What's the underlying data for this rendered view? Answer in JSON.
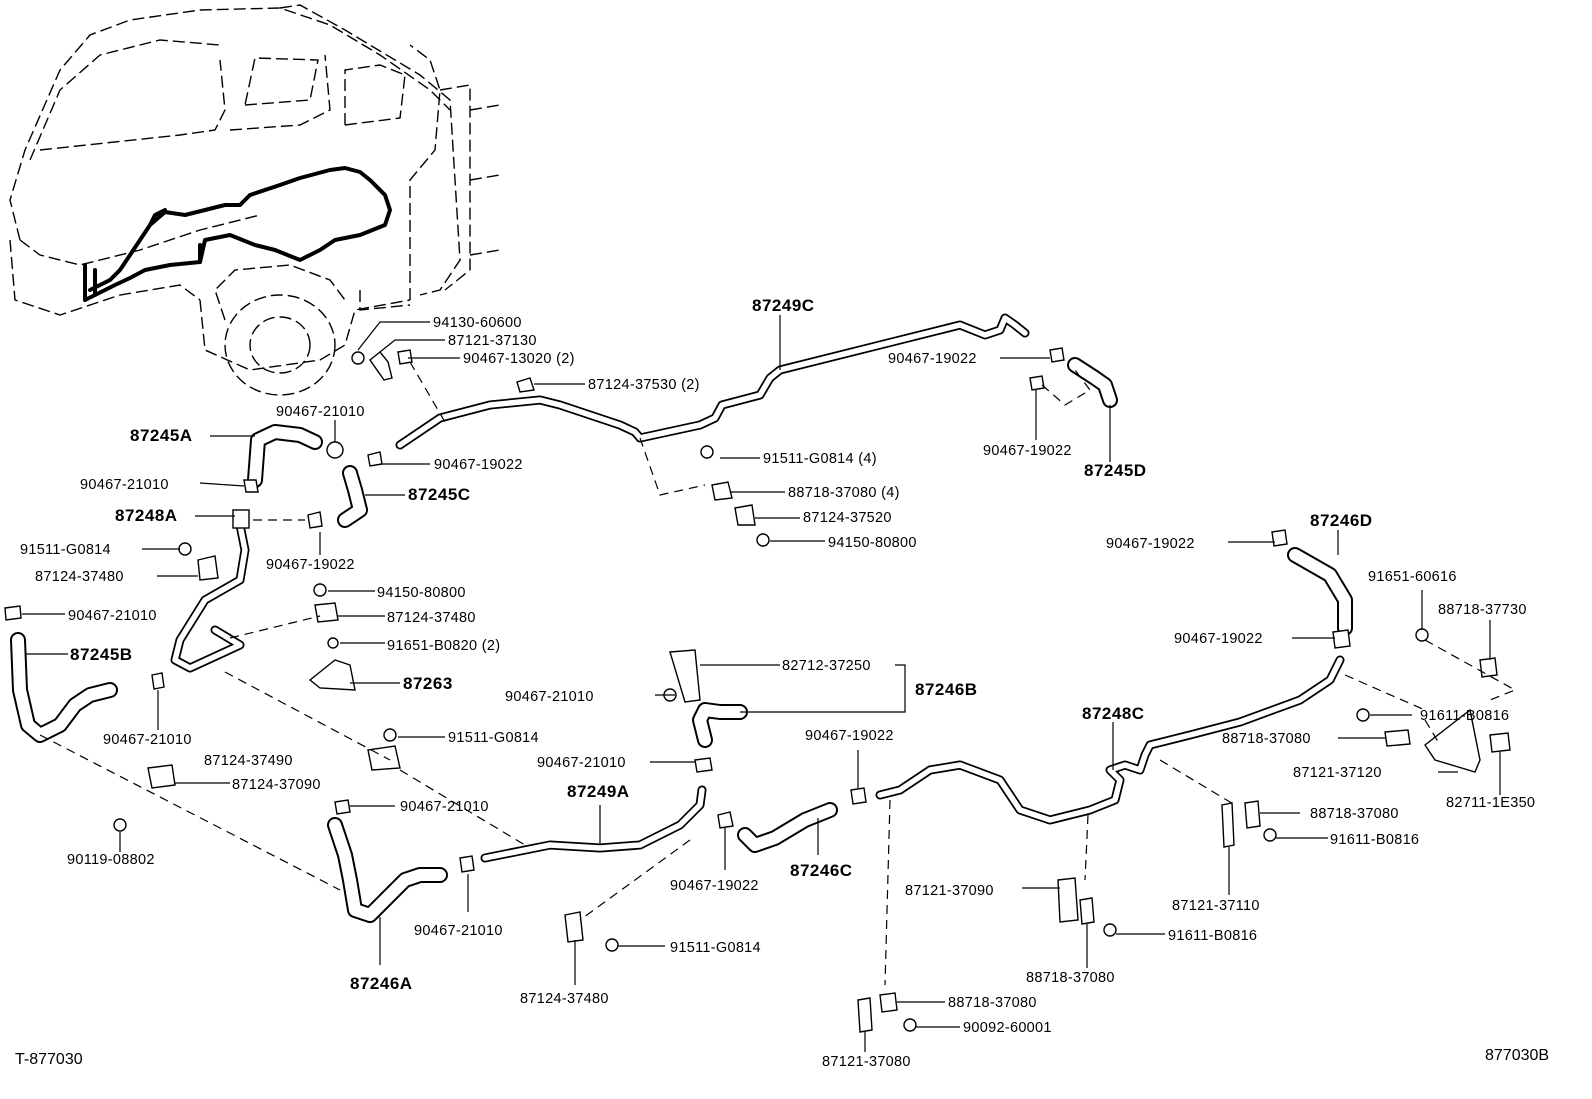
{
  "diagram": {
    "left_code": "T-877030",
    "right_code": "877030B",
    "assemblies": {
      "a87245A": "87245A",
      "a87245B": "87245B",
      "a87245C": "87245C",
      "a87245D": "87245D",
      "a87246A": "87246A",
      "a87246B": "87246B",
      "a87246C": "87246C",
      "a87246D": "87246D",
      "a87248A": "87248A",
      "a87248C": "87248C",
      "a87249A": "87249A",
      "a87249C": "87249C",
      "a87263": "87263"
    },
    "parts": {
      "p94130_60600": "94130-60600",
      "p87121_37130": "87121-37130",
      "p90467_13020": "90467-13020 (2)",
      "p87124_37530": "87124-37530 (2)",
      "p90467_19022_top": "90467-19022",
      "p90467_19022_d": "90467-19022",
      "p90467_21010_a": "90467-21010",
      "p90467_21010_b": "90467-21010",
      "p90467_19022_c": "90467-19022",
      "p91511_g0814_4": "91511-G0814 (4)",
      "p88718_37080_4": "88718-37080 (4)",
      "p87124_37520": "87124-37520",
      "p94150_80800_a": "94150-80800",
      "p91511_g0814_a": "91511-G0814",
      "p87124_37480_a": "87124-37480",
      "p90467_19022_e": "90467-19022",
      "p94150_80800_b": "94150-80800",
      "p87124_37480_b": "87124-37480",
      "p91651_b0820": "91651-B0820 (2)",
      "p90467_21010_c": "90467-21010",
      "p90467_21010_d": "90467-21010",
      "p91511_g0814_b": "91511-G0814",
      "p87124_37490": "87124-37490",
      "p87124_37090": "87124-37090",
      "p90119_08802": "90119-08802",
      "p90467_21010_e": "90467-21010",
      "p82712_37250": "82712-37250",
      "p90467_21010_f": "90467-21010",
      "p90467_21010_g": "90467-21010",
      "p90467_19022_f": "90467-19022",
      "p90467_21010_h": "90467-21010",
      "p90467_19022_g": "90467-19022",
      "p91511_g0814_c": "91511-G0814",
      "p87124_37480_c": "87124-37480",
      "p90467_19022_h": "90467-19022",
      "p91651_60616": "91651-60616",
      "p88718_37730": "88718-37730",
      "p90467_19022_i": "90467-19022",
      "p91611_b0816_a": "91611-B0816",
      "p88718_37080_a": "88718-37080",
      "p87121_37120": "87121-37120",
      "p82711_1e350": "82711-1E350",
      "p88718_37080_b": "88718-37080",
      "p91611_b0816_b": "91611-B0816",
      "p87121_37110": "87121-37110",
      "p87121_37090": "87121-37090",
      "p91611_b0816_c": "91611-B0816",
      "p88718_37080_c": "88718-37080",
      "p88718_37080_d": "88718-37080",
      "p90092_60001": "90092-60001",
      "p87121_37080": "87121-37080"
    }
  }
}
